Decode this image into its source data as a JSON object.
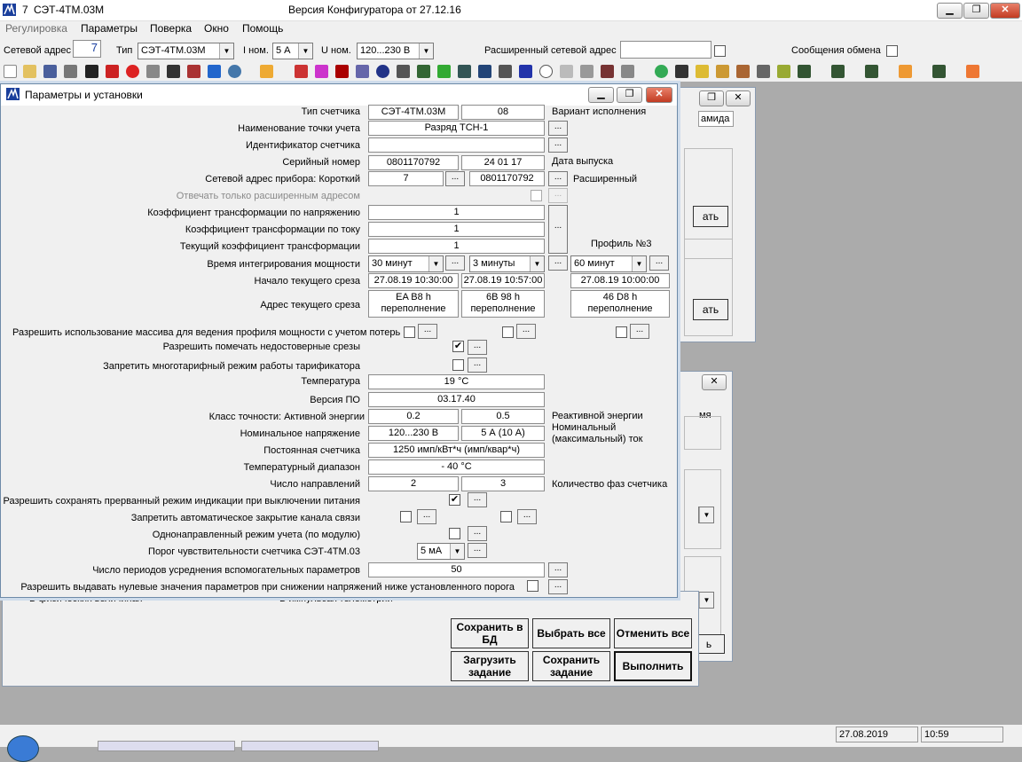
{
  "app": {
    "title_num": "7",
    "title_type": "СЭТ-4ТМ.03М",
    "config_version": "Версия Конфигуратора  от 27.12.16"
  },
  "menu": {
    "items": [
      "Регулировка",
      "Параметры",
      "Поверка",
      "Окно",
      "Помощь"
    ]
  },
  "addr": {
    "net_label": "Сетевой адрес",
    "net_value": "7",
    "type_label": "Тип",
    "type_value": "СЭТ-4ТМ.03М",
    "inom_label": "I ном.",
    "inom_value": "5 А",
    "unom_label": "U ном.",
    "unom_value": "120...230 В",
    "ext_label": "Расширенный сетевой адрес",
    "msg_label": "Сообщения обмена"
  },
  "dialog": {
    "title": "Параметры и установки",
    "rows": {
      "type": {
        "label": "Тип счетчика",
        "v1": "СЭТ-4ТМ.03М",
        "v2": "08",
        "right": "Вариант исполнения"
      },
      "point": {
        "label": "Наименование точки учета",
        "v1": "Разряд ТСН-1"
      },
      "ident": {
        "label": "Идентификатор счетчика"
      },
      "serial": {
        "label": "Серийный номер",
        "v1": "0801170792",
        "v2": "24 01 17",
        "right": "Дата выпуска"
      },
      "netaddr": {
        "label": "Сетевой адрес прибора: Короткий",
        "v1": "7",
        "v2": "0801170792",
        "right": "Расширенный"
      },
      "ext_only": {
        "label": "Отвечать только расширенным адресом"
      },
      "ktu": {
        "label": "Коэффициент трансформации по напряжению",
        "v1": "1"
      },
      "kti": {
        "label": "Коэффициент трансформации по току",
        "v1": "1"
      },
      "kt": {
        "label": "Текущий коэффициент трансформации",
        "v1": "1",
        "right": "Профиль №3"
      },
      "integ": {
        "label": "Время интегрирования мощности",
        "c1": "30 минут",
        "c2": "3 минуты",
        "c3": "60 минут"
      },
      "slice_start": {
        "label": "Начало текущего среза",
        "v1": "27.08.19 10:30:00",
        "v2": "27.08.19 10:57:00",
        "v3": "27.08.19 10:00:00"
      },
      "slice_addr": {
        "label": "Адрес текущего среза",
        "v1a": "EA B8  h",
        "v1b": "переполнение",
        "v2a": "6B 98  h",
        "v2b": "переполнение",
        "v3a": "46 D8  h",
        "v3b": "переполнение"
      },
      "profile_loss": {
        "label": "Разрешить использование массива для ведения профиля мощности с учетом потерь"
      },
      "mark_bad": {
        "label": "Разрешить помечать недостоверные срезы"
      },
      "multi_tariff": {
        "label": "Запретить многотарифный режим работы тарификатора"
      },
      "temp": {
        "label": "Температура",
        "v1": "19 °C"
      },
      "fw": {
        "label": "Версия ПО",
        "v1": "03.17.40"
      },
      "acc": {
        "label": "Класс точности: Активной энергии",
        "v1": "0.2",
        "v2": "0.5",
        "right": "Реактивной энергии"
      },
      "nom": {
        "label": "Номинальное напряжение",
        "v1": "120...230 В",
        "v2": "5 А (10 А)",
        "right1": "Номинальный",
        "right2": "(максимальный) ток"
      },
      "const": {
        "label": "Постоянная счетчика",
        "v1": "1250 имп/кВт*ч (имп/квар*ч)"
      },
      "temprange": {
        "label": "Температурный диапазон",
        "v1": "- 40 °C"
      },
      "dirs": {
        "label": "Число направлений",
        "v1": "2",
        "v2": "3",
        "right": "Количество фаз счетчика"
      },
      "keep_ind": {
        "label": "Разрешить сохранять прерванный режим индикации при выключении питания"
      },
      "auto_close": {
        "label": "Запретить автоматическое закрытие канала связи"
      },
      "unidir": {
        "label": "Однонаправленный режим учета (по модулю)"
      },
      "sens": {
        "label": "Порог чувствительности счетчика СЭТ-4ТМ.03",
        "c1": "5 мА"
      },
      "avg": {
        "label": "Число периодов усреднения вспомогательных параметров",
        "v1": "50"
      },
      "zero": {
        "label": "Разрешить выдавать нулевые значения параметров при снижении напряжений ниже установленного порога"
      }
    },
    "dots": "..."
  },
  "behind": {
    "left_radio": "В физических величинах",
    "right_radio": "В импульсах телеметрии",
    "tab": "амида",
    "btn1": "ать",
    "btn2": "ать",
    "btn3": "ь",
    "label": "мя"
  },
  "buttons": {
    "save_db": "Сохранить в БД",
    "select_all": "Выбрать все",
    "deselect_all": "Отменить все",
    "load_task": "Загрузить задание",
    "save_task": "Сохранить задание",
    "execute": "Выполнить"
  },
  "status": {
    "date": "27.08.2019",
    "time": "10:59"
  }
}
